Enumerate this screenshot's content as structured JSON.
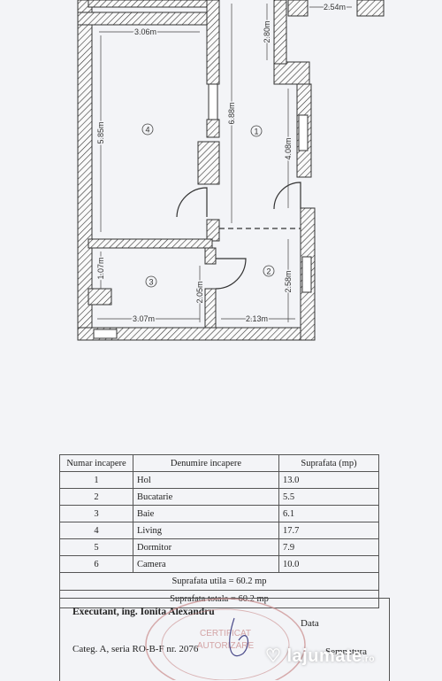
{
  "plan": {
    "dims": {
      "d1": "3.06m",
      "d2": "2.80m",
      "d3": "2.54m",
      "d4": "5.85m",
      "d5": "6.88m",
      "d6": "4.08m",
      "d7": "1.07m",
      "d8": "2.05m",
      "d9": "2.58m",
      "d10": "3.07m",
      "d11": "2.13m"
    },
    "rooms": {
      "r1": "1",
      "r2": "2",
      "r3": "3",
      "r4": "4"
    }
  },
  "table": {
    "headers": [
      "Numar incapere",
      "Denumire incapere",
      "Suprafata (mp)"
    ],
    "rows": [
      [
        "1",
        "Hol",
        "13.0"
      ],
      [
        "2",
        "Bucatarie",
        "5.5"
      ],
      [
        "3",
        "Baie",
        "6.1"
      ],
      [
        "4",
        "Living",
        "17.7"
      ],
      [
        "5",
        "Dormitor",
        "7.9"
      ],
      [
        "6",
        "Camera",
        "10.0"
      ]
    ],
    "suprafata_utila": "Suprafata utila = 60.2 mp",
    "suprafata_totala": "Suprafata totala = 60.2 mp"
  },
  "footer": {
    "executant": "Executant, ing. Ionita Alexandru",
    "data_label": "Data",
    "categ": "Categ. A, seria RO-B-F nr. 2076",
    "semnatura": "Semnatura"
  },
  "stamp": {
    "line1": "CERTIFICAT",
    "line2": "AUTORIZARE"
  },
  "watermark": {
    "brand": "lajumate",
    "tld": ".ro"
  }
}
